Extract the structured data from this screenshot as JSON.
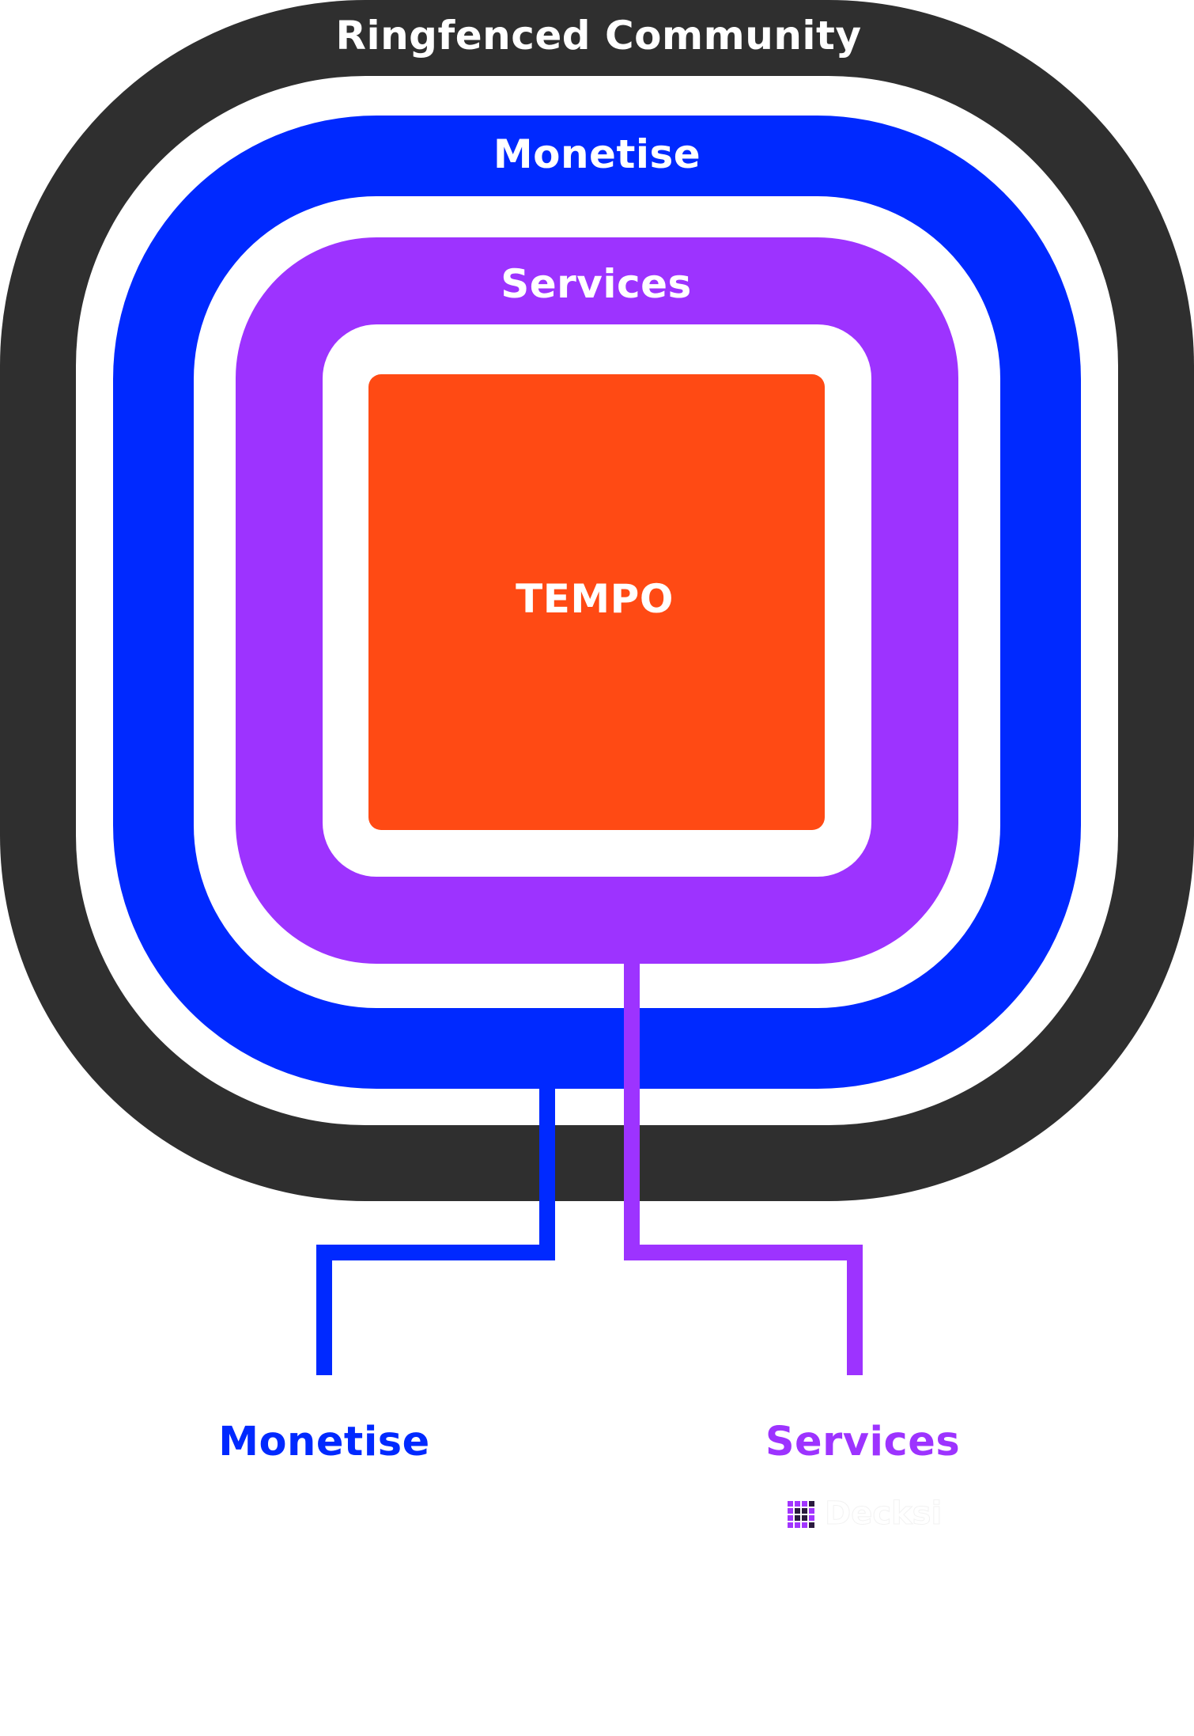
{
  "diagram": {
    "title": "Ringfenced Community",
    "layers": [
      {
        "id": "community",
        "label": "Ringfenced Community",
        "color": "#2f2f2f",
        "text_color": "#ffffff"
      },
      {
        "id": "monetise",
        "label": "Monetise",
        "color": "#0029ff",
        "text_color": "#ffffff"
      },
      {
        "id": "services",
        "label": "Services",
        "color": "#9d33ff",
        "text_color": "#ffffff"
      },
      {
        "id": "core",
        "label": "TEMPO",
        "color": "#ff4a14",
        "text_color": "#ffffff"
      }
    ],
    "connectors": [
      {
        "from": "monetise",
        "to": "monetise-legend",
        "color": "#0029ff"
      },
      {
        "from": "services",
        "to": "services-legend",
        "color": "#9d33ff"
      }
    ],
    "legend": {
      "monetise": {
        "label": "Monetise",
        "color": "#0029ff"
      },
      "services": {
        "label": "Services",
        "color": "#9d33ff"
      }
    },
    "watermark": {
      "text": "Decksi",
      "grid_pattern": [
        [
          "p",
          "p",
          "p",
          "d"
        ],
        [
          "p",
          "d",
          "d",
          "p"
        ],
        [
          "p",
          "d",
          "d",
          "p"
        ],
        [
          "p",
          "p",
          "p",
          "d"
        ]
      ],
      "colors": {
        "p": "#a235ff",
        "d": "#2a1a3e"
      }
    }
  }
}
